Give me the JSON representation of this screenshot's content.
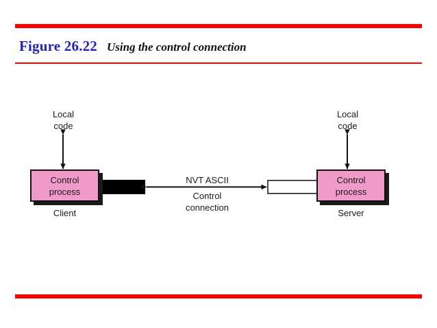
{
  "page": {
    "background": "#ffffff",
    "accent_rule_color": "#FF0000",
    "figure_number_color": "#2222BB",
    "process_box_color": "#F09AC9"
  },
  "header": {
    "figure_number": "Figure 26.22",
    "caption": "Using the control connection"
  },
  "diagram": {
    "client": {
      "local_code_label": "Local\ncode",
      "local_code_line1": "Local",
      "local_code_line2": "code",
      "box_line1": "Control",
      "box_line2": "process",
      "caption": "Client"
    },
    "server": {
      "local_code_line1": "Local",
      "local_code_line2": "code",
      "box_line1": "Control",
      "box_line2": "process",
      "caption": "Server"
    },
    "link": {
      "encoding_label": "NVT ASCII",
      "connection_line1": "Control",
      "connection_line2": "connection"
    }
  }
}
